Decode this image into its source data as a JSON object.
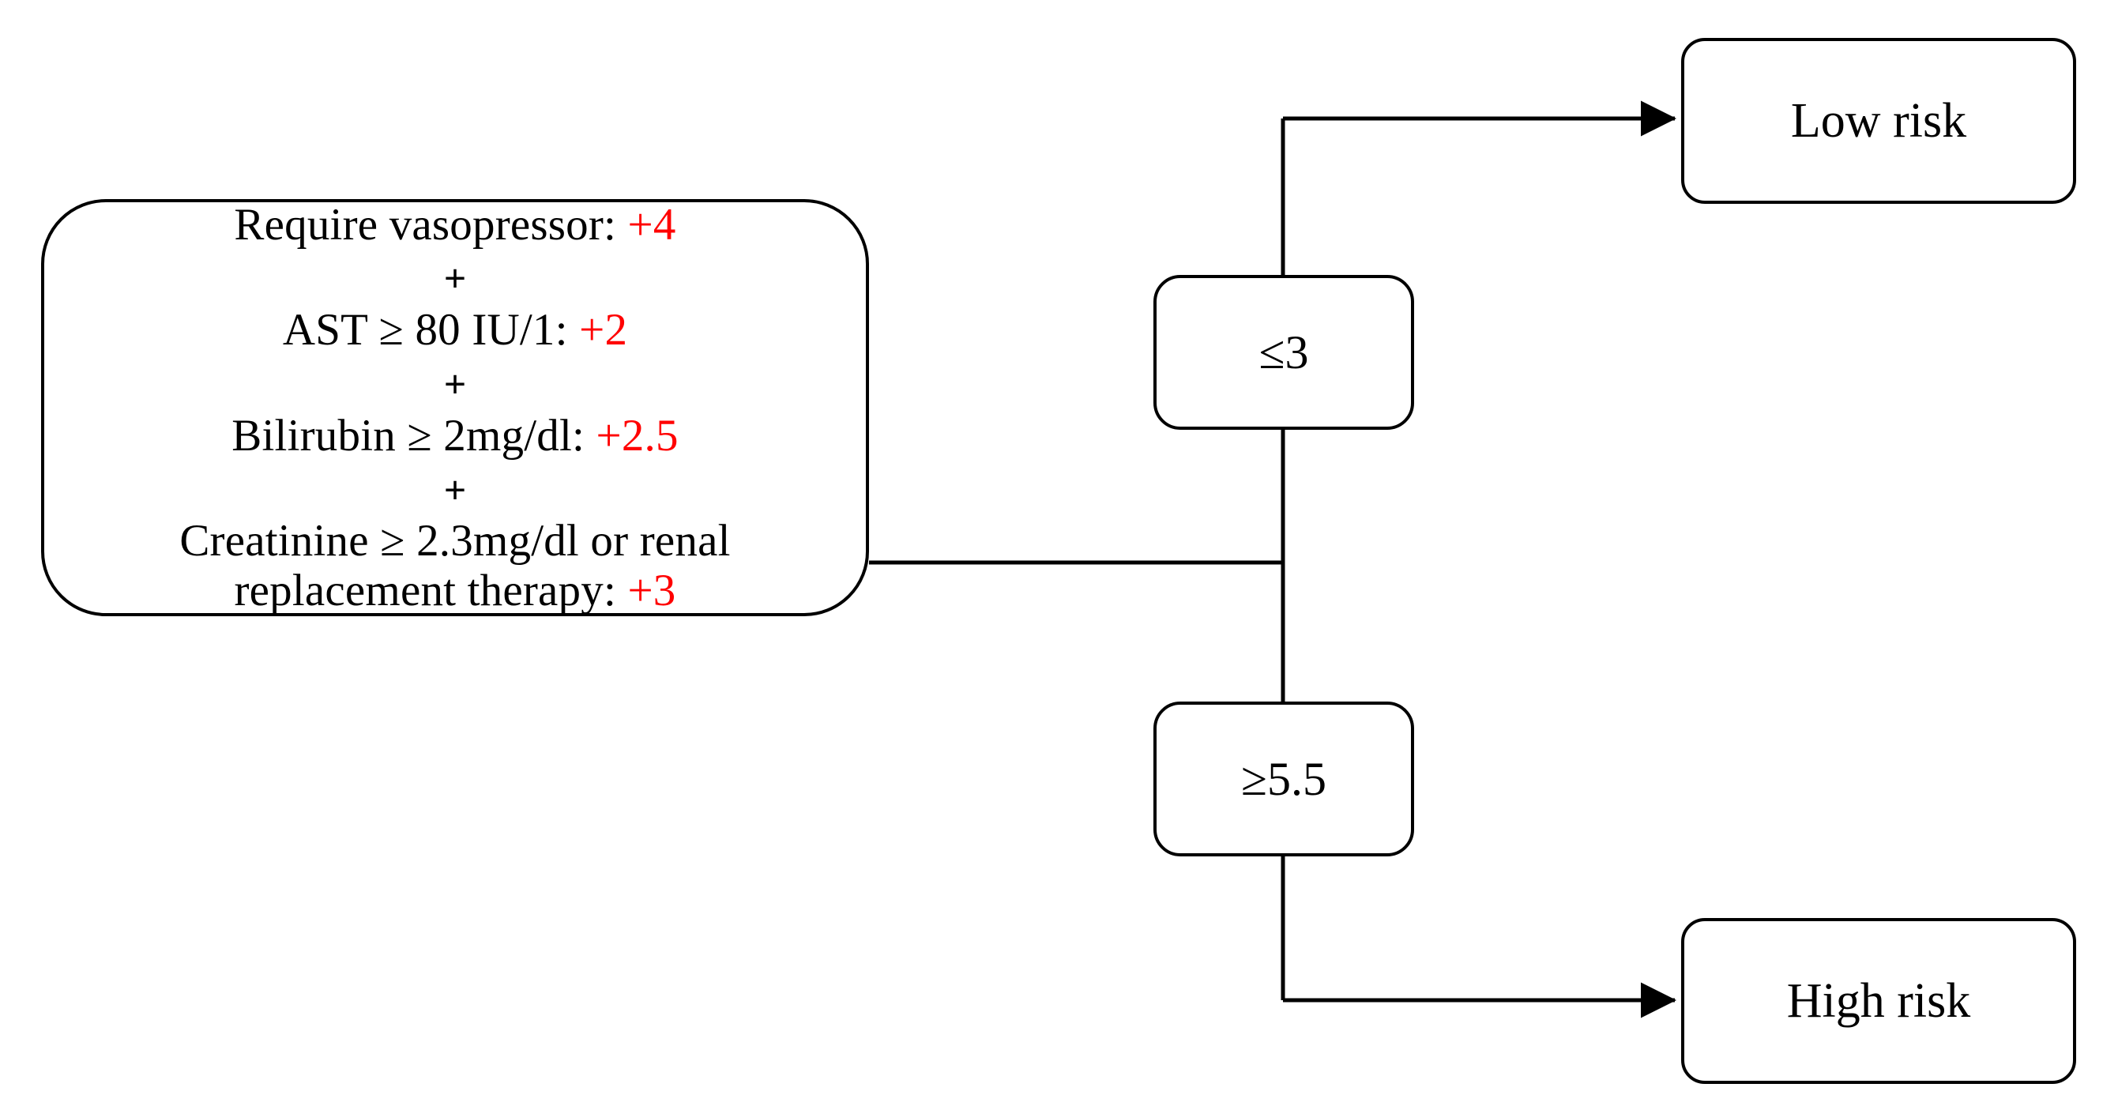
{
  "diagram": {
    "type": "flowchart",
    "title": "Risk score decision flowchart",
    "colors": {
      "score_red": "#ff0000",
      "stroke_black": "#000000",
      "background_white": "#ffffff"
    },
    "criteria_box": {
      "operator": "+",
      "items": [
        {
          "label": "Require vasopressor:",
          "score": "+4"
        },
        {
          "label": "AST ≥ 80 IU/1:",
          "score": "+2"
        },
        {
          "label": "Bilirubin ≥ 2mg/dl:",
          "score": "+2.5"
        },
        {
          "label": "Creatinine ≥ 2.3mg/dl or renal replacement therapy:",
          "score": "+3"
        }
      ]
    },
    "decisions": [
      {
        "name": "low-threshold",
        "label": "≤3"
      },
      {
        "name": "high-threshold",
        "label": "≥5.5"
      }
    ],
    "outcomes": [
      {
        "name": "low-risk",
        "label": "Low risk"
      },
      {
        "name": "high-risk",
        "label": "High risk"
      }
    ]
  }
}
